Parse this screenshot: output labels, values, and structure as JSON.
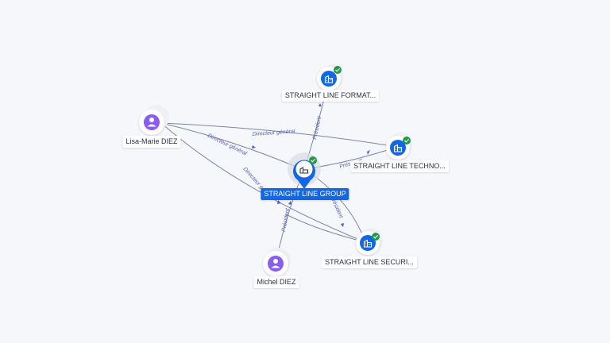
{
  "graph": {
    "center": {
      "label": "STRAIGHT LINE GROUP"
    },
    "companies": [
      {
        "label": "STRAIGHT LINE FORMAT..."
      },
      {
        "label": "STRAIGHT LINE TECHNO..."
      },
      {
        "label": "STRAIGHT LINE SECURI..."
      }
    ],
    "people": [
      {
        "label": "Lisa-Marie DIEZ"
      },
      {
        "label": "Michel DIEZ"
      }
    ],
    "relations": {
      "president": "Président",
      "directeur_general": "Directeur général"
    }
  },
  "colors": {
    "company": "#1267e6",
    "person": "#8a5cf0",
    "verified": "#1e9b4a",
    "edge": "#7c85a6",
    "edge_label": "#5561a8"
  },
  "icons": {
    "company": "building-icon",
    "person": "person-icon",
    "verified": "check-badge-icon"
  }
}
